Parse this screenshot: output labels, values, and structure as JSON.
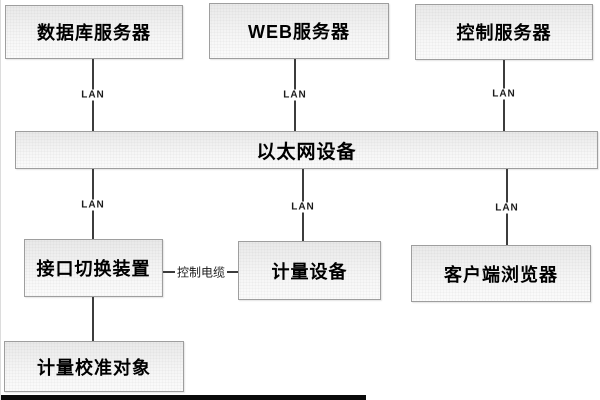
{
  "diagram": {
    "nodes": {
      "db_server": {
        "label": "数据库服务器"
      },
      "web_server": {
        "label": "WEB服务器"
      },
      "control_server": {
        "label": "控制服务器"
      },
      "ethernet_device": {
        "label": "以太网设备"
      },
      "interface_switch": {
        "label": "接口切换装置"
      },
      "metering_device": {
        "label": "计量设备"
      },
      "client_browser": {
        "label": "客户端浏览器"
      },
      "calibration_target": {
        "label": "计量校准对象"
      }
    },
    "edge_labels": {
      "lan": "LAN",
      "control_cable": "控制电缆"
    },
    "colors": {
      "box_fill_top": "#e9e9e9",
      "box_fill_bottom": "#fbfbfb",
      "box_border": "#9e9e9e",
      "connector_line": "#3c3c3c",
      "text": "#000000",
      "background": "#ffffff",
      "bottom_bar": "#0a0a0a"
    }
  }
}
